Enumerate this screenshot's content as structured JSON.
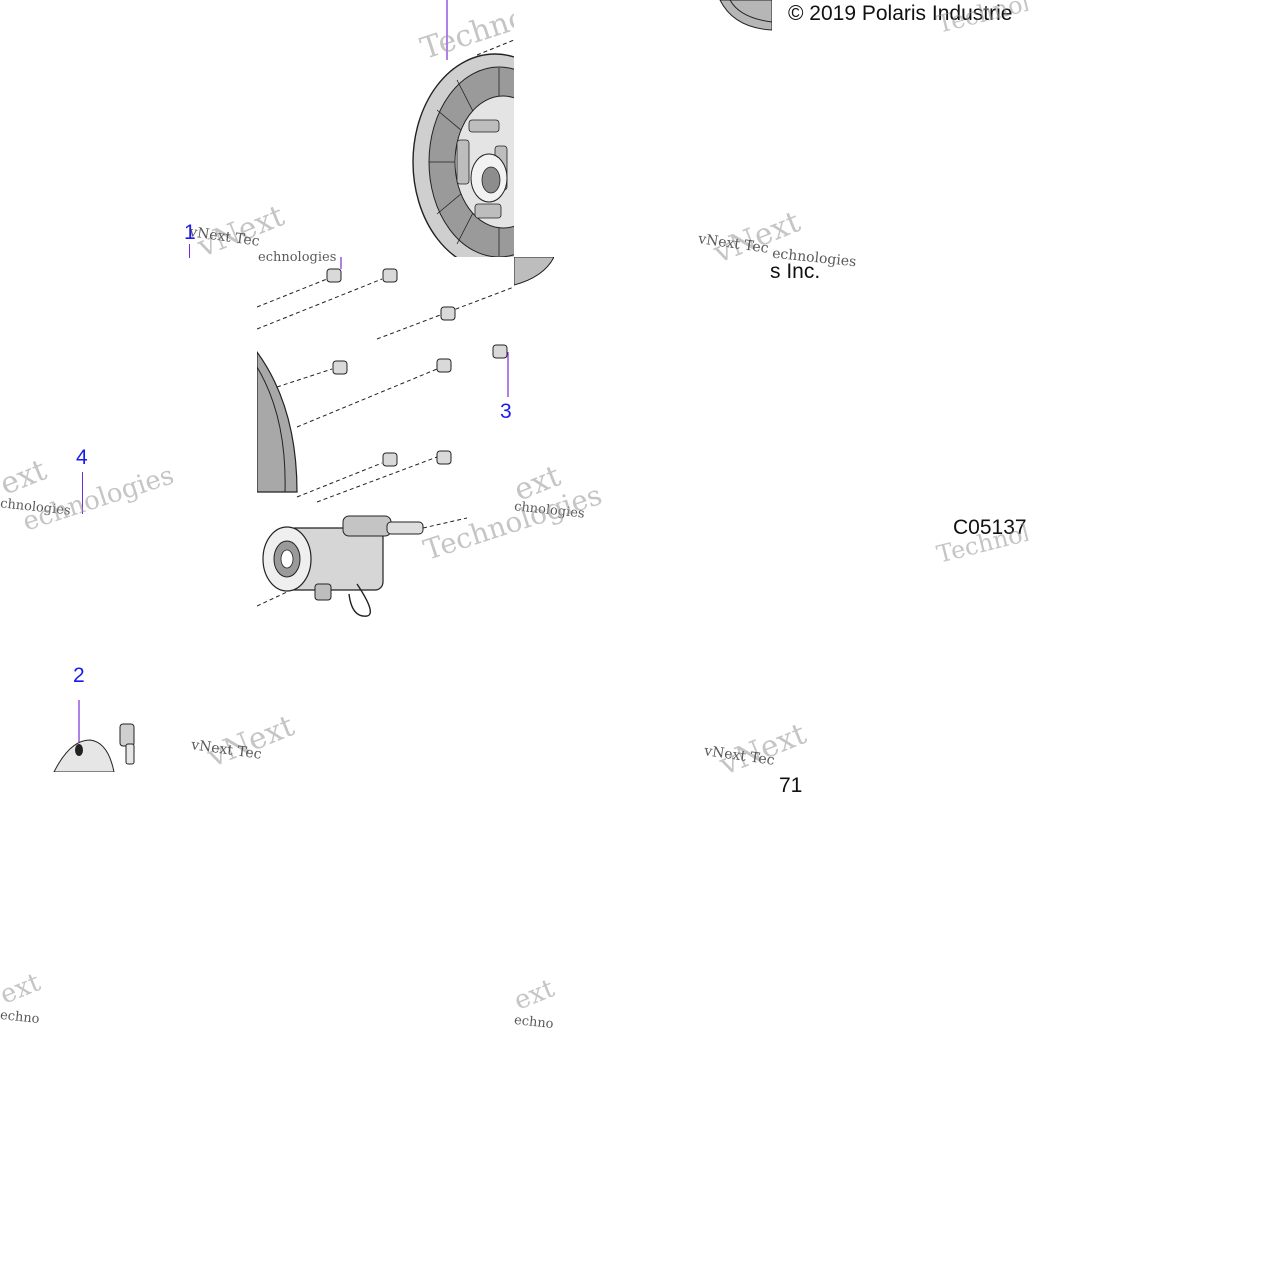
{
  "diagram": {
    "copyright": "© 2019 Polaris Industrie",
    "copyright_tail": "s Inc.",
    "figure_code": "C05137",
    "fragment_text": "71",
    "callouts": {
      "c1": "1",
      "c2": "2",
      "c3": "3",
      "c4": "4"
    },
    "watermark": {
      "brand": "vNext",
      "line1": "vNext Tec",
      "line2": "Technologies",
      "partial_a": "echnologies",
      "partial_b": "chnologies",
      "partial_c": "ext",
      "partial_d": "echno"
    }
  },
  "colors": {
    "callout": "#1a1aee",
    "leader": "#7a2bd6",
    "line": "#222222",
    "fill_light": "#d9d9d9",
    "fill_mid": "#a8a8a8",
    "fill_dark": "#5e5e5e"
  }
}
